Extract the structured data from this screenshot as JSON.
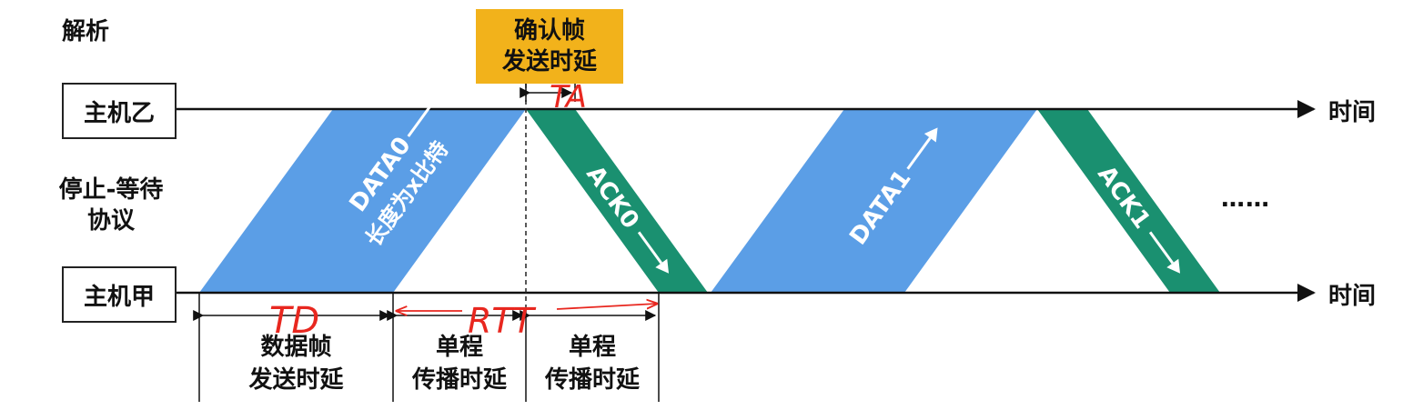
{
  "heading": "解析",
  "hosts": {
    "b": "主机乙",
    "a": "主机甲"
  },
  "protocol": [
    "停止-等待",
    "协议"
  ],
  "time_label": "时间",
  "confirm_box": [
    "确认帧",
    "发送时延"
  ],
  "frames": {
    "data0": "DATA0",
    "data0_len": "长度为x比特",
    "ack0": "ACK0",
    "data1": "DATA1",
    "ack1": "ACK1"
  },
  "dimensions": [
    [
      "数据帧",
      "发送时延"
    ],
    [
      "单程",
      "传播时延"
    ],
    [
      "单程",
      "传播时延"
    ]
  ],
  "ellipsis": "……",
  "handwriting": {
    "ta": "TA",
    "td": "TD",
    "rtt": "RTT"
  },
  "colors": {
    "data": "#5b9ee6",
    "ack": "#1a9070",
    "confirm": "#f2b21b",
    "ink": "#e8271f"
  }
}
